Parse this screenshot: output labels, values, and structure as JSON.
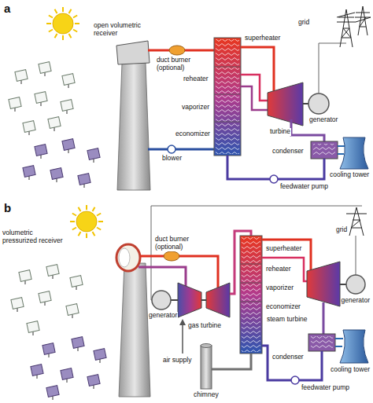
{
  "diagram": {
    "labels": [
      "a",
      "open volumetric receiver",
      "duct burner (optional)",
      "superheater",
      "reheater",
      "vaporizer",
      "economizer",
      "blower",
      "grid",
      "turbine",
      "generator",
      "condenser",
      "cooling tower",
      "feedwater pump",
      "b",
      "volumetric pressurized receiver",
      "duct burner (optional)",
      "grid",
      "generator",
      "gas turbine",
      "superheater",
      "reheater",
      "vaporizer",
      "economizer",
      "steam turbine",
      "generator",
      "air supply",
      "chimney",
      "condenser",
      "cooling tower",
      "feedwater pump"
    ]
  }
}
